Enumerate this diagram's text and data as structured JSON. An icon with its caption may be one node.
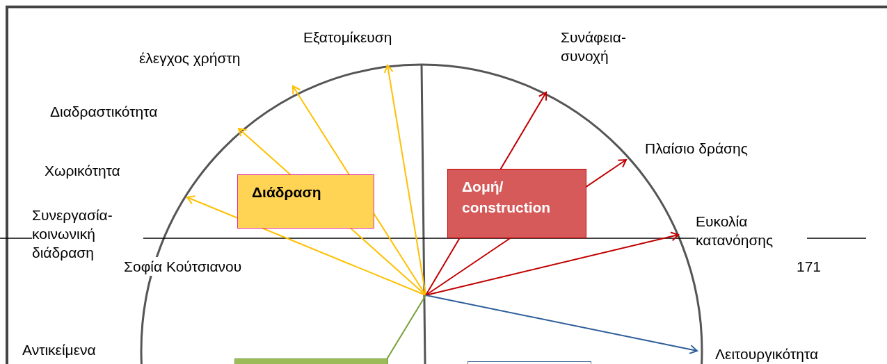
{
  "diagram": {
    "nodes": [
      {
        "text": [
          "Εξατομίκευση"
        ]
      },
      {
        "text": [
          "έλεγχος χρήστη"
        ]
      },
      {
        "text": [
          "Διαδραστικότητα"
        ]
      },
      {
        "text": [
          "Χωρικότητα"
        ]
      },
      {
        "text": [
          "Συνεργασία- κοινωνική διάδραση"
        ]
      },
      {
        "text": [
          "Διάδραση"
        ]
      },
      {
        "text": [
          "Συνάφεια- συνοχή"
        ]
      },
      {
        "text": [
          "Πλαίσιο δράσης"
        ]
      },
      {
        "text": [
          "Ευκολία κατανόησης"
        ]
      },
      {
        "text": [
          "Δομή/ construction"
        ]
      },
      {
        "text": [
          "Αντικείμενα"
        ]
      },
      {
        "text": [
          "Λειτουργικότητα"
        ]
      },
      {
        "text": [],
        "shape": "box"
      },
      {
        "text": [],
        "shape": "box"
      }
    ],
    "edges": [
      {
        "from": null,
        "to": 0,
        "arrow": "to"
      },
      {
        "from": null,
        "to": 1,
        "arrow": "to"
      },
      {
        "from": null,
        "to": 2,
        "arrow": "to"
      },
      {
        "from": null,
        "to": 3,
        "arrow": "to"
      },
      {
        "from": null,
        "to": 6,
        "arrow": "to",
        "color": "#c00000"
      },
      {
        "from": null,
        "to": 7,
        "arrow": "to",
        "color": "#c00000"
      },
      {
        "from": null,
        "to": 8,
        "arrow": "to",
        "color": "#c00000"
      },
      {
        "from": null,
        "to": 11,
        "arrow": "to",
        "color": "#2e5e9a"
      },
      {
        "from": null,
        "to": 12,
        "arrow": "none",
        "color": "#77a03b"
      }
    ],
    "labels": [
      "Σοφία Κούτσιανου",
      "171"
    ]
  }
}
